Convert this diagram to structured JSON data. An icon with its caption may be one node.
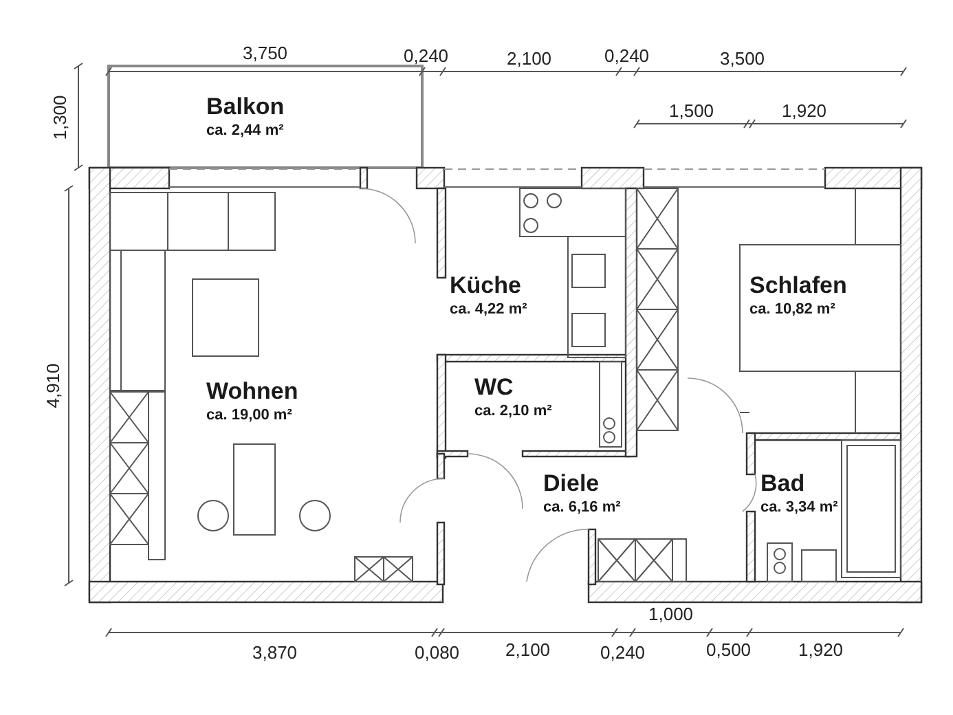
{
  "diagram": {
    "nodes": [
      {
        "text": [
          "Balkon",
          "ca. 2,44 m²"
        ]
      },
      {
        "text": [
          "Wohnen",
          "ca. 19,00 m²"
        ]
      },
      {
        "text": [
          "Küche",
          "ca. 4,22 m²"
        ]
      },
      {
        "text": [
          "WC",
          "ca. 2,10 m²"
        ]
      },
      {
        "text": [
          "Diele",
          "ca. 6,16 m²"
        ]
      },
      {
        "text": [
          "Schlafen",
          "ca. 10,82 m²"
        ]
      },
      {
        "text": [
          "Bad",
          "ca. 3,34 m²"
        ]
      }
    ],
    "edges": [],
    "labels": [
      "3,750",
      "0,240",
      "2,100",
      "0,240",
      "3,500",
      "1,500",
      "1,920",
      "1,300",
      "4,910",
      "1,000",
      "3,870",
      "0,080",
      "2,100",
      "0,240",
      "0,500",
      "1,920"
    ]
  }
}
